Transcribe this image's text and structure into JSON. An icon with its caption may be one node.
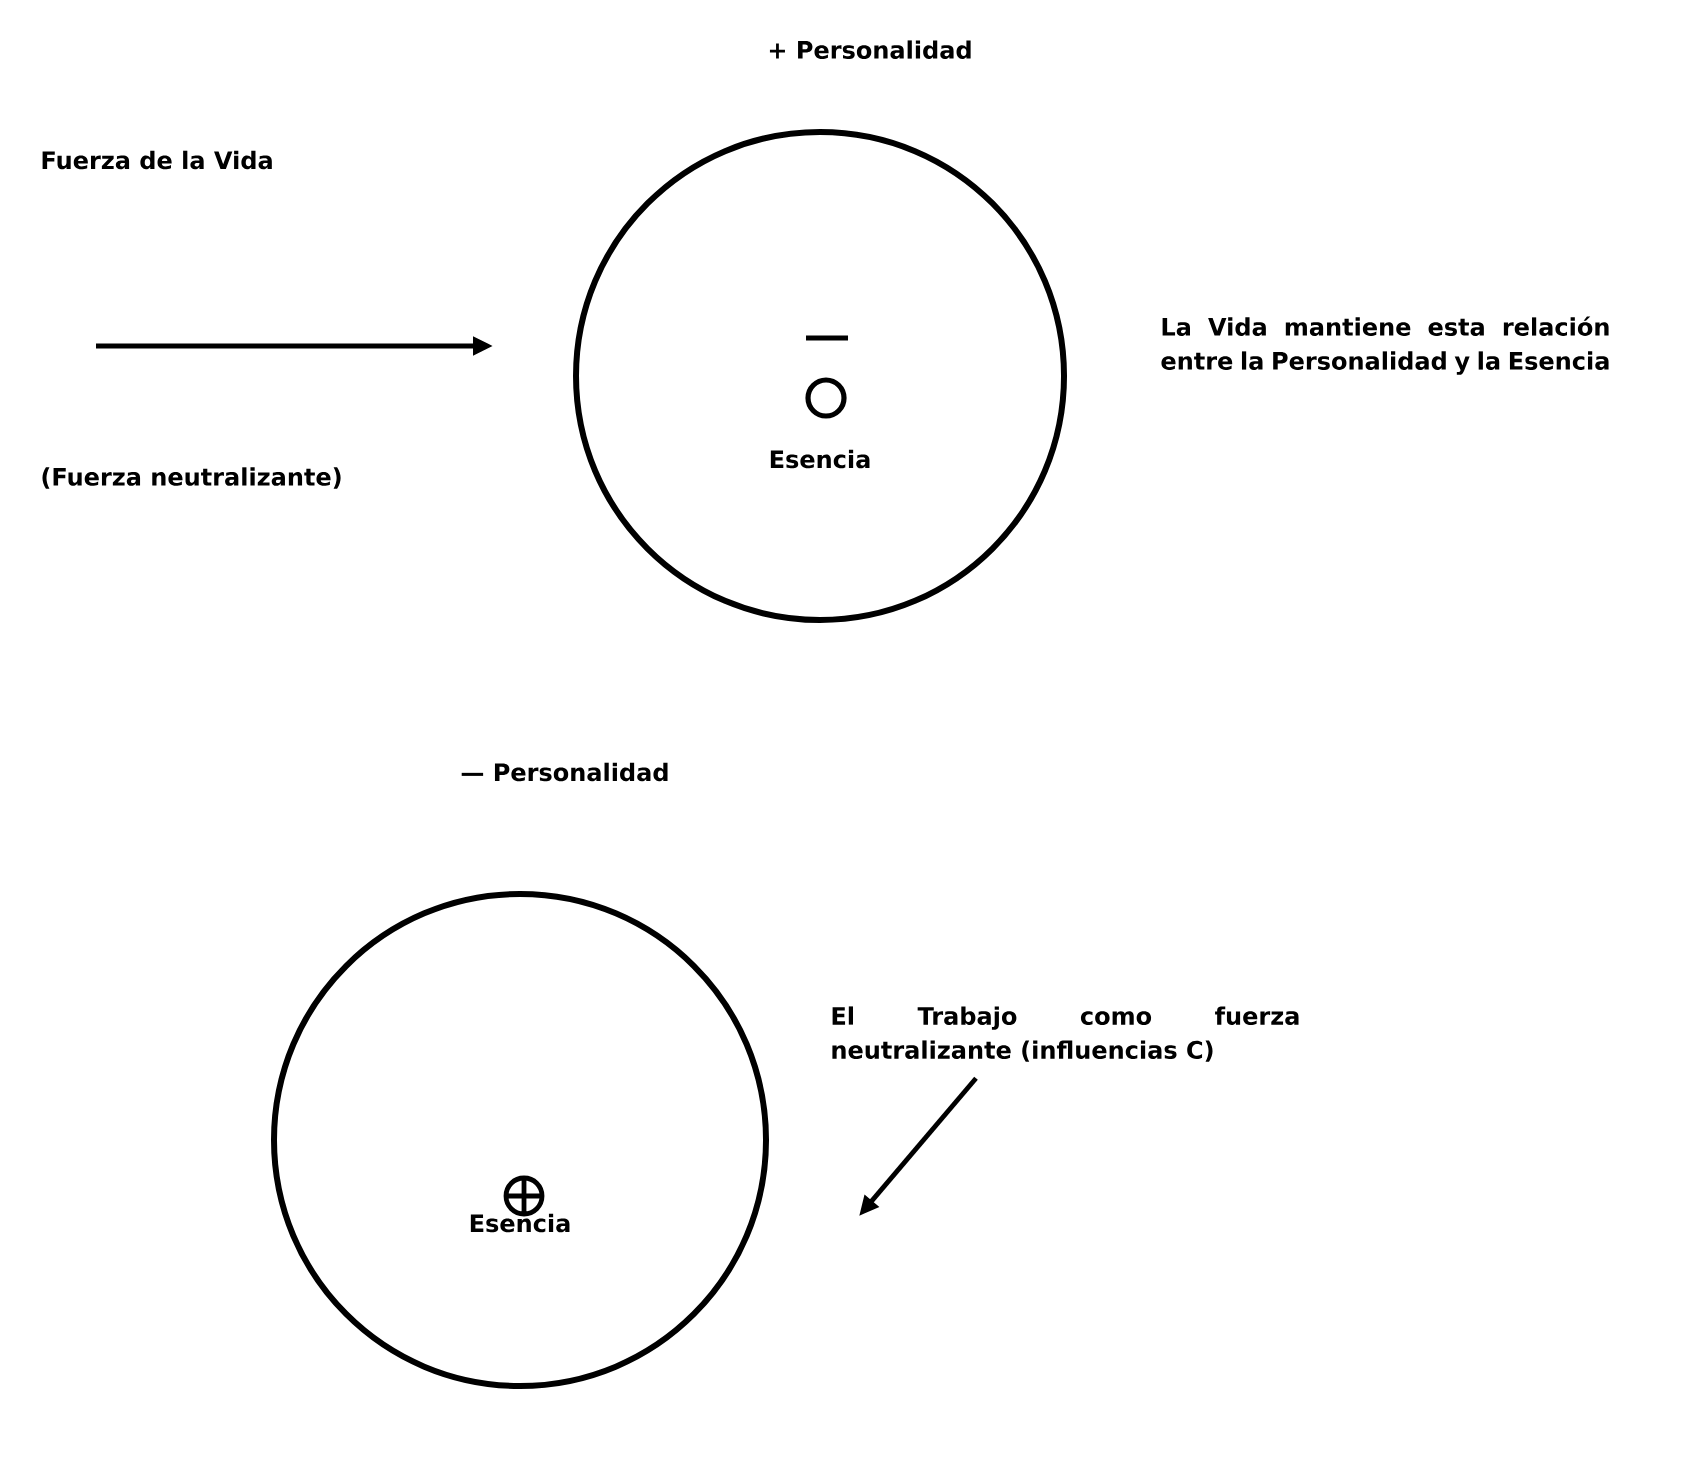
{
  "diagram": {
    "nodes": [
      {
        "text": [
          "Esencia"
        ]
      },
      {
        "text": [
          "Esencia"
        ]
      },
      {
        "text": [
          "El Trabajo como fuerza neutralizante (influencias C)"
        ]
      }
    ],
    "edges": [
      {
        "from": null,
        "to": 0,
        "arrow": "to"
      },
      {
        "from": 2,
        "to": 1,
        "arrow": "to"
      }
    ],
    "labels": [
      "+ Personalidad",
      "Fuerza de la Vida",
      "(Fuerza neutralizante)",
      "La Vida mantiene esta relación entre la Personalidad y la Esencia",
      "— Personalidad"
    ]
  }
}
